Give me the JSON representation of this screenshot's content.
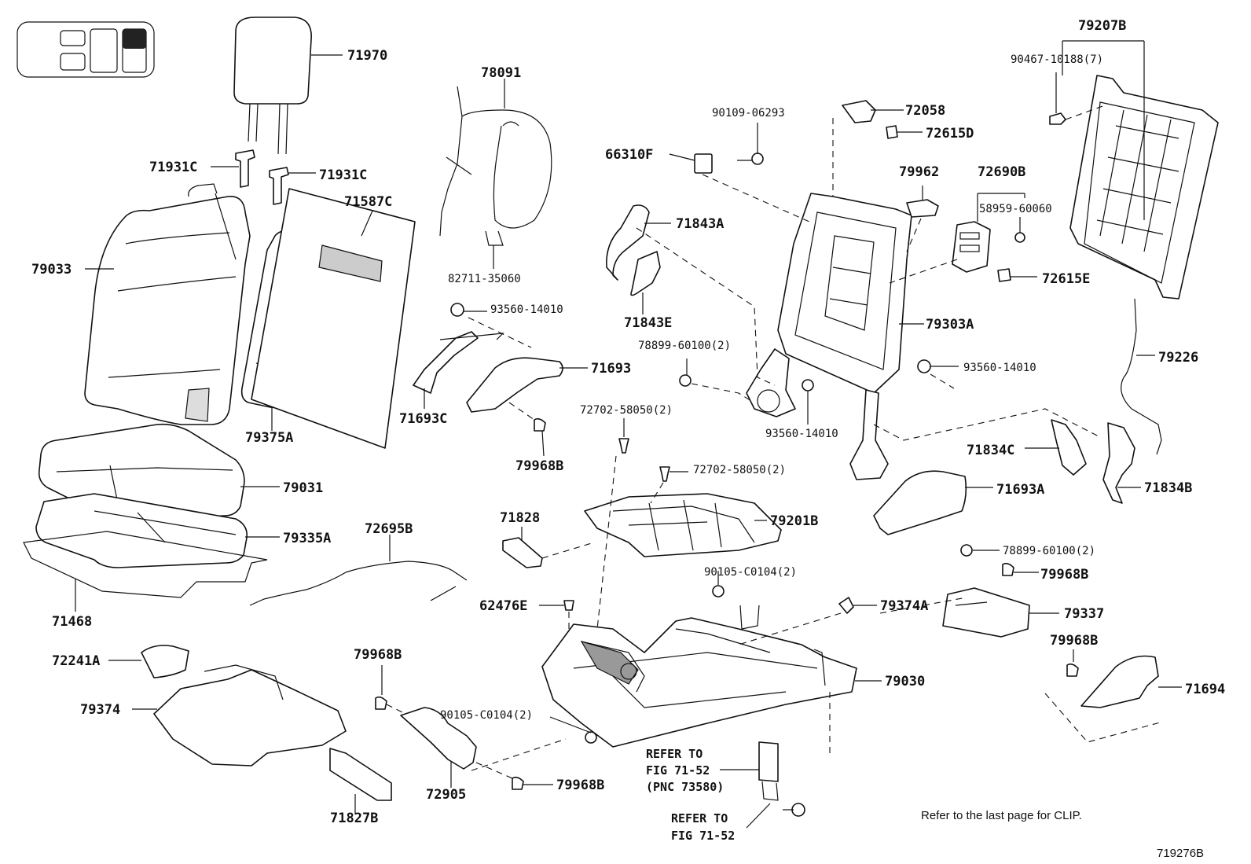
{
  "labels": {
    "p71970": "71970",
    "p78091": "78091",
    "p71931c_a": "71931C",
    "p71931c_b": "71931C",
    "p71587c": "71587C",
    "p79033": "79033",
    "p82711": "82711-35060",
    "p93560_a": "93560-14010",
    "p79375a": "79375A",
    "p71693": "71693",
    "p71693c": "71693C",
    "p79968b_a": "79968B",
    "p79031": "79031",
    "p79335a": "79335A",
    "p72695b": "72695B",
    "p71468": "71468",
    "p72241a": "72241A",
    "p79374": "79374",
    "p79968b_b": "79968B",
    "p90105_a": "90105-C0104(2)",
    "p72905": "72905",
    "p79968b_c": "79968B",
    "p71827b": "71827B",
    "p90109": "90109-06293",
    "p72058": "72058",
    "p72615d": "72615D",
    "p66310f": "66310F",
    "p79962": "79962",
    "p72690b": "72690B",
    "p58959": "58959-60060",
    "p72615e": "72615E",
    "p71843a": "71843A",
    "p71843e": "71843E",
    "p79303a": "79303A",
    "p78899_a": "78899-60100(2)",
    "p93560_b": "93560-14010",
    "p93560_c": "93560-14010",
    "p72702_a": "72702-58050(2)",
    "p72702_b": "72702-58050(2)",
    "p71828": "71828",
    "p79201b": "79201B",
    "p90105_b": "90105-C0104(2)",
    "p62476e": "62476E",
    "p79374a": "79374A",
    "p79030": "79030",
    "p79207b": "79207B",
    "p90467": "90467-10188(7)",
    "p79226": "79226",
    "p71834c": "71834C",
    "p71834b": "71834B",
    "p71693a": "71693A",
    "p78899_b": "78899-60100(2)",
    "p79968b_d": "79968B",
    "p79337": "79337",
    "p79968b_e": "79968B",
    "p71694": "71694"
  },
  "refs": {
    "ref1_line1": "REFER TO",
    "ref1_line2": "FIG 71-52",
    "ref1_line3": "(PNC 73580)",
    "ref2_line1": "REFER TO",
    "ref2_line2": "FIG 71-52"
  },
  "note": "Refer to the last page for CLIP.",
  "figure_id": "719276B",
  "locator_icon": "vehicle-seat-row-locator"
}
